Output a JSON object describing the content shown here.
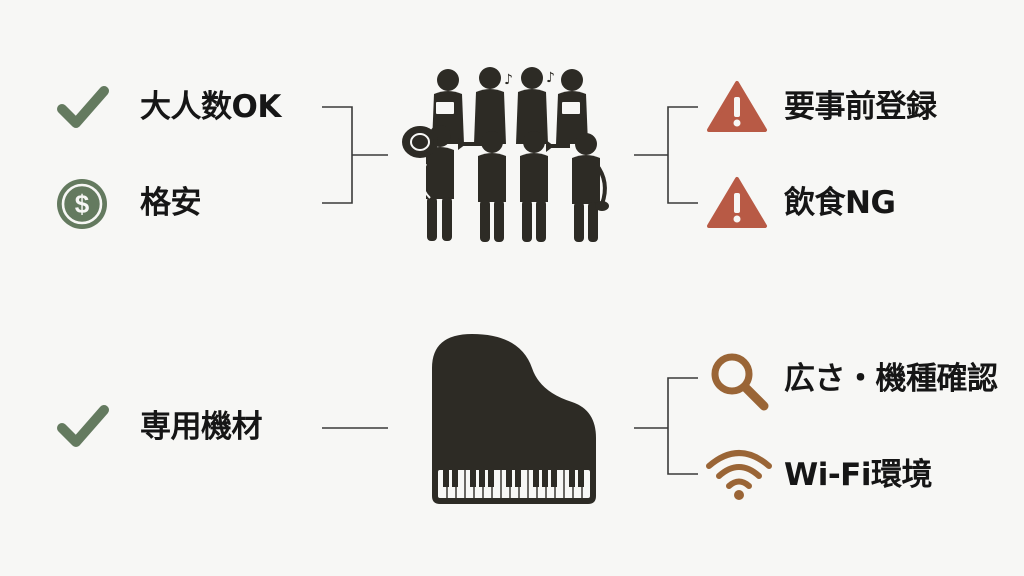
{
  "colors": {
    "check": "#647a5f",
    "dollar": "#647a5f",
    "warning": "#b85a45",
    "magnifier": "#9a6536",
    "wifi": "#9a6536",
    "figure": "#2d2b25",
    "line": "#3a3a3a"
  },
  "top": {
    "left": [
      {
        "icon": "check-icon",
        "label": "大人数OK"
      },
      {
        "icon": "dollar-icon",
        "label": "格安"
      }
    ],
    "center_icon": "ensemble-musicians-icon",
    "right": [
      {
        "icon": "warning-icon",
        "label": "要事前登録"
      },
      {
        "icon": "warning-icon",
        "label": "飲食NG"
      }
    ]
  },
  "bottom": {
    "left": [
      {
        "icon": "check-icon",
        "label": "専用機材"
      }
    ],
    "center_icon": "grand-piano-icon",
    "right": [
      {
        "icon": "magnifier-icon",
        "label": "広さ・機種確認"
      },
      {
        "icon": "wifi-icon",
        "label": "Wi-Fi環境"
      }
    ]
  }
}
